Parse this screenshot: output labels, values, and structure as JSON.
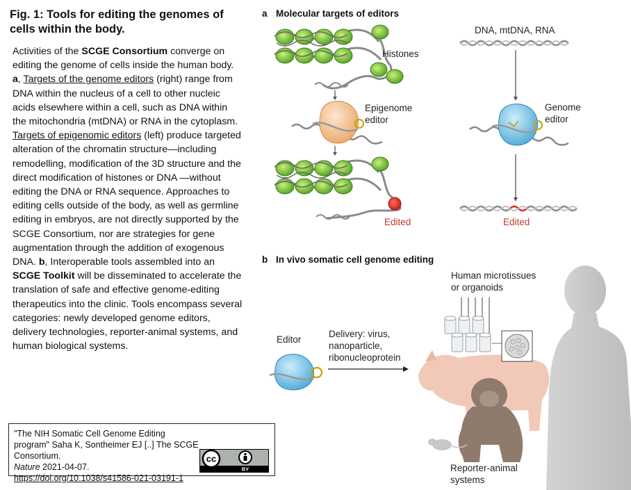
{
  "figure": {
    "title": "Fig. 1: Tools for editing the genomes of cells within the body."
  },
  "caption": {
    "s1": "Activities of the ",
    "s1b": "SCGE Consortium",
    "s2": " converge on editing the genome of cells inside the human body. ",
    "a_label": "a",
    "s3": ", ",
    "link1": "Targets of the genome editors",
    "s4": " (right) range from DNA within the nucleus of a cell to other nucleic acids elsewhere within a cell, such as DNA within the mitochondria (mtDNA) or RNA in the cytoplasm. ",
    "link2": "Targets of epigenomic editors",
    "s5": " (left) produce targeted alteration of the chromatin structure—including remodelling, modification of the 3D structure and the direct modification of histones or DNA —without editing the DNA or RNA sequence. Approaches to editing cells outside of the body, as well as germline editing in embryos, are not directly supported by the SCGE Consortium, nor are strategies for gene augmentation through the addition of exogenous DNA. ",
    "b_label": "b",
    "s6": ", Interoperable tools assembled into an ",
    "s6b": "SCGE Toolkit",
    "s7": " will be disseminated to accelerate the translation of safe and effective genome-editing therapeutics into the clinic. Tools encompass several categories: newly developed genome editors, delivery technologies, reporter-animal systems, and human biological systems."
  },
  "citation": {
    "line1": "\"The NIH Somatic Cell Genome Editing program\" Saha K, Sontheimer EJ [..] The SCGE Consortium.",
    "journal": "Nature",
    "date": " 2021-04-07.",
    "doi": "https://doi.org/10.1038/s41586-021-03191-1",
    "license_cc": "cc",
    "license_by": "BY"
  },
  "panel_a": {
    "letter": "a",
    "title": "Molecular targets of editors",
    "histones": "Histones",
    "epigenome_editor": "Epigenome\neditor",
    "edited_left": "Edited",
    "dna_label": "DNA, mtDNA, RNA",
    "genome_editor": "Genome\neditor",
    "edited_right": "Edited"
  },
  "panel_b": {
    "letter": "b",
    "title": "In vivo somatic cell genome editing",
    "microtissues": "Human microtissues\nor organoids",
    "editor": "Editor",
    "delivery": "Delivery: virus,\nnanoparticle,\nribonucleoprotein",
    "reporter": "Reporter-animal\nsystems"
  },
  "colors": {
    "histone_green": "#7ac943",
    "editor_blue": "#6ec1e4",
    "epigenome_orange": "#f5c79a",
    "edited_red": "#d9342b",
    "human_gray": "#c7c7c7",
    "pig_pink": "#f2c9b8",
    "monkey_brown": "#9b8677"
  }
}
